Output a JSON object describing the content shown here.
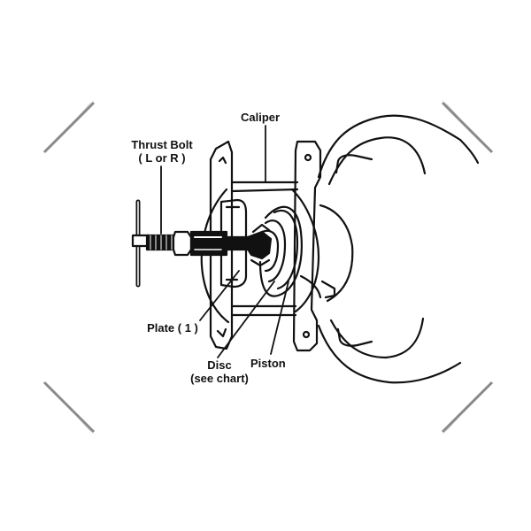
{
  "labels": {
    "caliper": "Caliper",
    "thrust_bolt_line1": "Thrust Bolt",
    "thrust_bolt_line2": "( L or R )",
    "plate": "Plate ( 1 )",
    "disc_line1": "Disc",
    "disc_line2": "(see chart)",
    "piston": "Piston"
  },
  "colors": {
    "background": "#ffffff",
    "line": "#111111",
    "corner_shadow": "#9a9a9a"
  }
}
